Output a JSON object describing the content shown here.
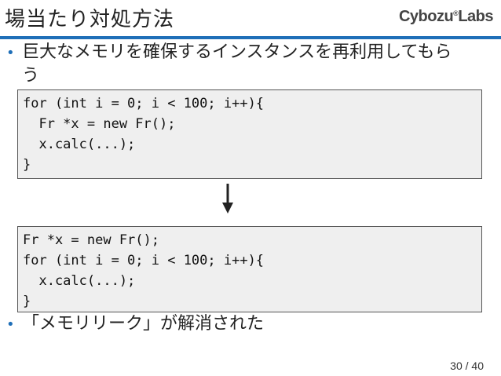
{
  "slide": {
    "title": "場当たり対処方法",
    "logo_main": "Cybozu",
    "logo_sup": "®",
    "logo_tail": "Labs",
    "bullet_marker": "•",
    "bullet_1": "巨大なメモリを確保するインスタンスを再利用してもらう",
    "bullet_2": "「メモリリーク」が解消された",
    "page_number": "30 / 40",
    "accent_color": "#1f6fb8"
  },
  "code_before": [
    "for (int i = 0; i < 100; i++){",
    "  Fr *x = new Fr();",
    "  x.calc(...);",
    "}"
  ],
  "code_after": [
    "Fr *x = new Fr();",
    "for (int i = 0; i < 100; i++){",
    "  x.calc(...);",
    "}"
  ],
  "icons": {
    "transition_arrow": "down-arrow-icon"
  }
}
